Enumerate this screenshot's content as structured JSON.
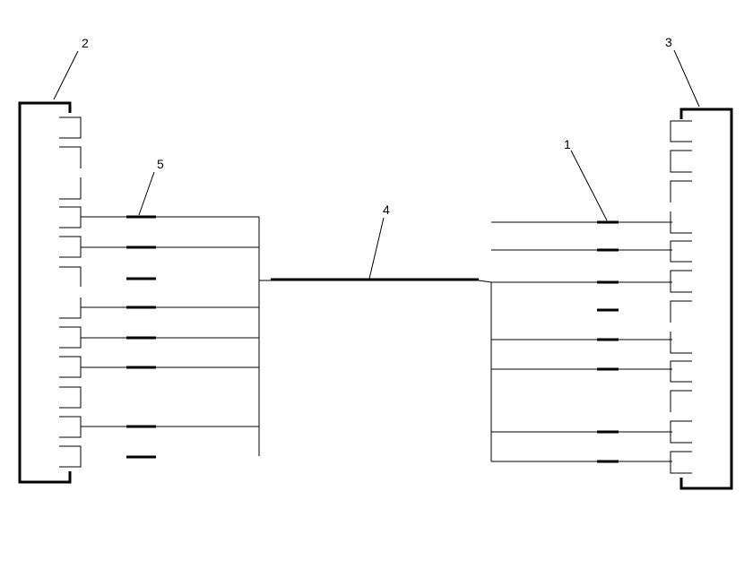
{
  "callouts": {
    "label_1": "1",
    "label_2": "2",
    "label_3": "3",
    "label_4": "4",
    "label_5": "5"
  }
}
